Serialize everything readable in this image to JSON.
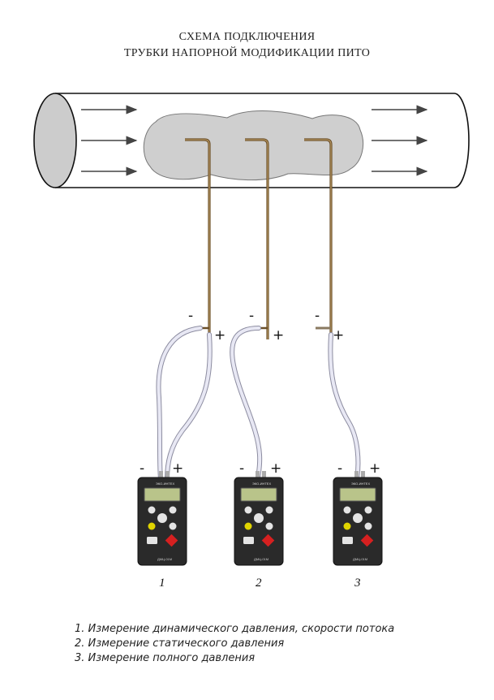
{
  "title": {
    "line1": "СХЕМА ПОДКЛЮЧЕНИЯ",
    "line2": "ТРУБКИ НАПОРНОЙ МОДИФИКАЦИИ ПИТО"
  },
  "tube_signs": {
    "minus": "-",
    "plus": "+"
  },
  "devices": [
    {
      "number": "1",
      "brand": "ЭКО-ИНТЕХ",
      "model": "ДМЦ-01М"
    },
    {
      "number": "2",
      "brand": "ЭКО-ИНТЕХ",
      "model": "ДМЦ-01М"
    },
    {
      "number": "3",
      "brand": "ЭКО-ИНТЕХ",
      "model": "ДМЦ-01М"
    }
  ],
  "legend": [
    "1. Измерение динамического давления, скорости потока",
    "2. Измерение статического давления",
    "3. Измерение полного давления"
  ],
  "colors": {
    "pipe_stroke": "#111111",
    "pipe_end": "#cccccc",
    "flow_zone": "#cfcfcf",
    "pitot_tube": "#8a6a3a",
    "hose": "#e8e8f4",
    "device_body": "#2a2a2a",
    "display": "#b9c48a",
    "red_button": "#d62020"
  }
}
